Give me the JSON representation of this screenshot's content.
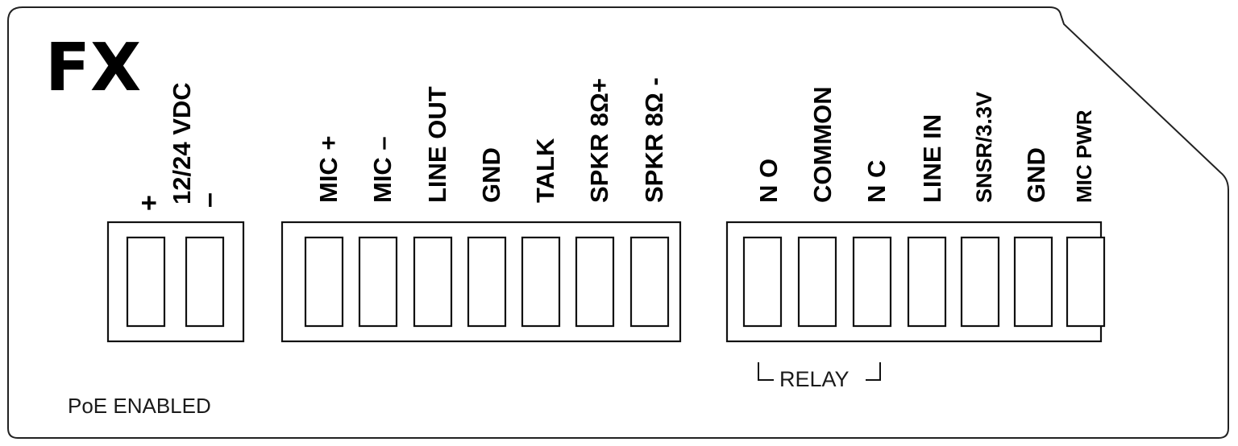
{
  "panel": {
    "brand": "FX",
    "poe_note": "PoE ENABLED",
    "relay_caption": "RELAY"
  },
  "power_block": {
    "pins": [
      {
        "label": "+"
      },
      {
        "label": "12/24 VDC"
      },
      {
        "label": "–"
      }
    ]
  },
  "audio_block": {
    "pins": [
      {
        "label": "MIC +"
      },
      {
        "label": "MIC –"
      },
      {
        "label": "LINE OUT"
      },
      {
        "label": "GND"
      },
      {
        "label": "TALK"
      },
      {
        "label": "SPKR 8Ω+"
      },
      {
        "label": "SPKR 8Ω -"
      }
    ]
  },
  "io_block": {
    "pins": [
      {
        "label": "N O"
      },
      {
        "label": "COMMON"
      },
      {
        "label": "N C"
      },
      {
        "label": "LINE IN"
      },
      {
        "label": "SNSR/3.3V"
      },
      {
        "label": "GND"
      },
      {
        "label": "MIC PWR"
      }
    ]
  }
}
